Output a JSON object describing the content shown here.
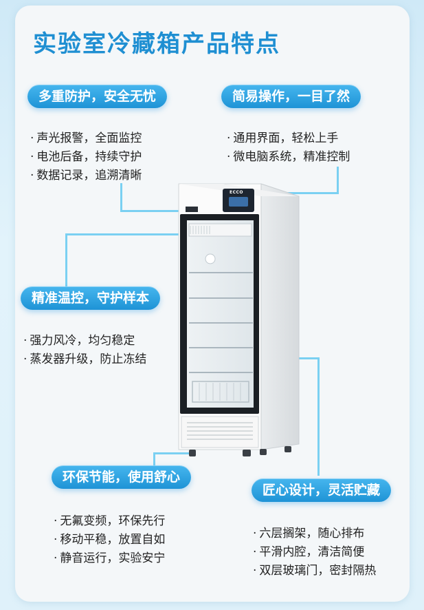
{
  "title": "实验室冷藏箱产品特点",
  "product": {
    "brand_mark": "ECCO"
  },
  "features": [
    {
      "heading": "多重防护，安全无忧",
      "items": [
        "声光报警，全面监控",
        "电池后备，持续守护",
        "数据记录，追溯清晰"
      ]
    },
    {
      "heading": "简易操作，一目了然",
      "items": [
        "通用界面，轻松上手",
        "微电脑系统，精准控制"
      ]
    },
    {
      "heading": "精准温控，守护样本",
      "items": [
        "强力风冷，均匀稳定",
        "蒸发器升级，防止冻结"
      ]
    },
    {
      "heading": "环保节能，使用舒心",
      "items": [
        "无氟变频，环保先行",
        "移动平稳，放置自如",
        "静音运行，实验安宁"
      ]
    },
    {
      "heading": "匠心设计，灵活贮藏",
      "items": [
        "六层搁架，随心排布",
        "平滑内腔，清洁简便",
        "双层玻璃门，密封隔热"
      ]
    }
  ],
  "colors": {
    "accent": "#1f8fd2",
    "pill": "#2ba3e3",
    "connector": "#7ad0f2"
  }
}
